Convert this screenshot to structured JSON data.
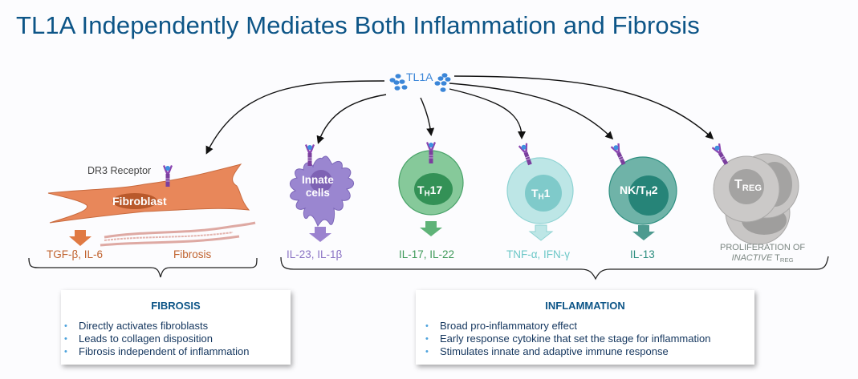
{
  "title": "TL1A Independently Mediates Both Inflammation and Fibrosis",
  "ligand": {
    "label": "TL1A",
    "icon": "tl1a-molecule-cluster-icon",
    "color": "#3b86d8"
  },
  "fibroblast": {
    "receptor_label": "DR3 Receptor",
    "cell_label": "Fibroblast",
    "output_label": "TGF-β, IL-6",
    "fibrosis_label": "Fibrosis",
    "color": "#e8875a",
    "text_color": "#c0622e"
  },
  "cells": [
    {
      "id": "innate",
      "label_line1": "Innate",
      "label_line2": "cells",
      "output": "IL-23, IL-1β",
      "color": "#8a72c4",
      "text_color": "#8a72c4"
    },
    {
      "id": "th17",
      "label_main": "T",
      "label_sub": "H",
      "label_suffix": "17",
      "output": "IL-17, IL-22",
      "color": "#3fa061",
      "text_color": "#3f9a5a"
    },
    {
      "id": "th1",
      "label_main": "T",
      "label_sub": "H",
      "label_suffix": "1",
      "output": "TNF-α, IFN-γ",
      "color": "#8fd3d3",
      "text_color": "#6cc7c7"
    },
    {
      "id": "nkth2",
      "label_main": "NK/T",
      "label_sub": "H",
      "label_suffix": "2",
      "output": "IL-13",
      "color": "#2e8f80",
      "text_color": "#2e8f80"
    },
    {
      "id": "treg",
      "label_main": "T",
      "label_sub": "REG",
      "label_suffix": "",
      "output_line1": "PROLIFERATION OF",
      "output_line2_italic": "INACTIVE",
      "output_line2_main": " T",
      "output_line2_sub": "REG",
      "color": "#bdbcbc",
      "text_color": "#7a8580"
    }
  ],
  "fibrosis_box": {
    "heading": "FIBROSIS",
    "bullets": [
      "Directly activates fibroblasts",
      "Leads to collagen disposition",
      "Fibrosis independent of inflammation"
    ]
  },
  "inflammation_box": {
    "heading": "INFLAMMATION",
    "bullets": [
      "Broad pro-inflammatory effect",
      "Early response cytokine that set the stage for inflammation",
      "Stimulates innate and adaptive immune response"
    ]
  }
}
